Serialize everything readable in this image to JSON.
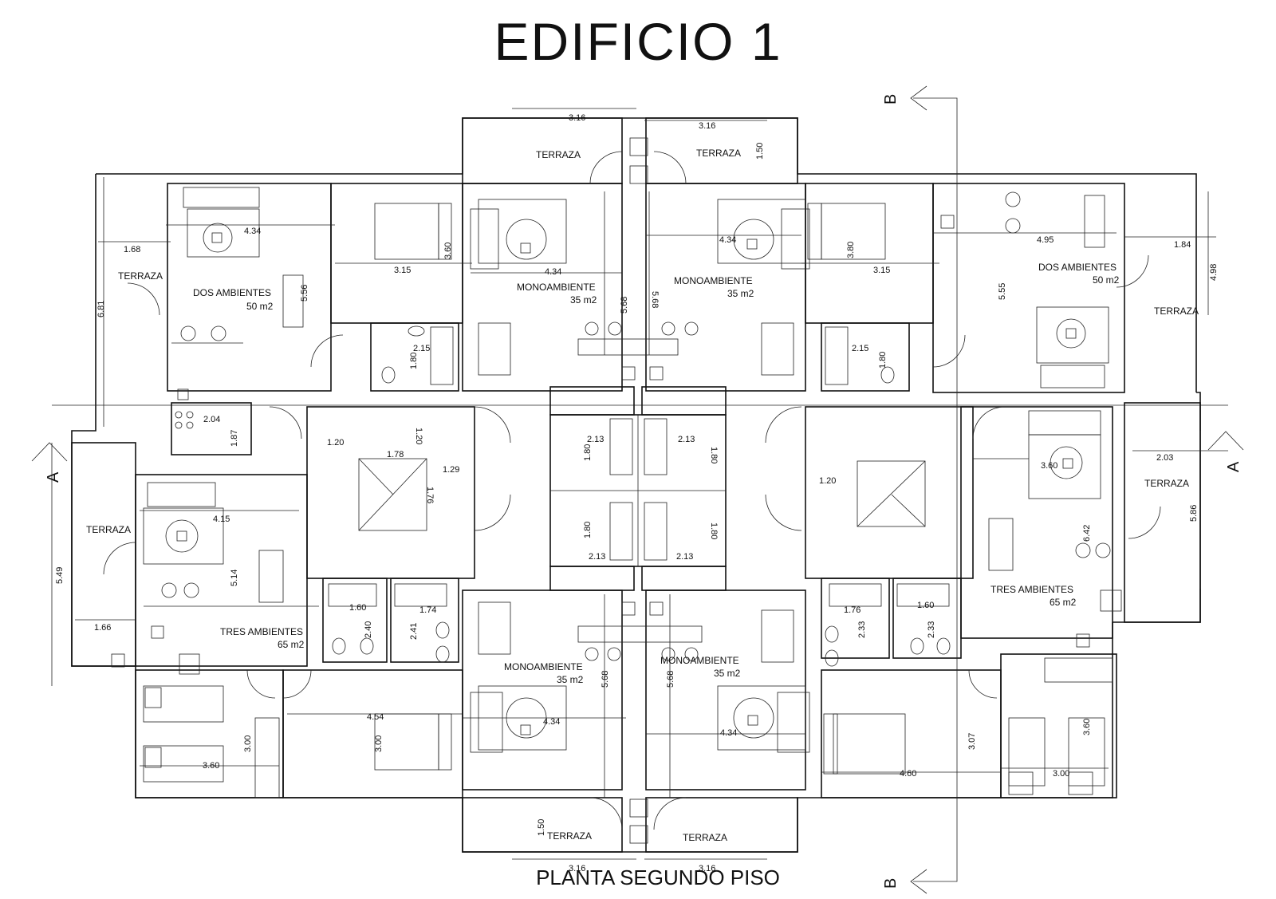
{
  "title": "EDIFICIO 1",
  "subtitle": "PLANTA SEGUNDO PISO",
  "section_marks": {
    "a": "A",
    "b": "B"
  },
  "rooms": {
    "dos_ambientes": "DOS AMBIENTES",
    "area_50": "50 m2",
    "monoambiente": "MONOAMBIENTE",
    "area_35": "35 m2",
    "tres_ambientes": "TRES AMBIENTES",
    "area_65": "65 m2",
    "terraza": "TERRAZA"
  },
  "dimensions": [
    "3.16",
    "3.16",
    "1.50",
    "1.68",
    "6.81",
    "4.34",
    "5.56",
    "3.15",
    "3.60",
    "4.34",
    "5.68",
    "5.68",
    "4.34",
    "3.80",
    "3.15",
    "5.55",
    "4.95",
    "1.84",
    "4.98",
    "2.15",
    "1.80",
    "2.15",
    "1.80",
    "2.04",
    "1.87",
    "1.20",
    "1.20",
    "1.78",
    "1.29",
    "1.76",
    "2.13",
    "1.80",
    "2.13",
    "1.80",
    "1.80",
    "2.13",
    "1.80",
    "2.13",
    "1.20",
    "2.03",
    "3.60",
    "5.86",
    "6.42",
    "4.15",
    "5.49",
    "5.14",
    "1.66",
    "1.60",
    "2.40",
    "1.74",
    "2.41",
    "1.76",
    "2.33",
    "1.60",
    "2.33",
    "4.54",
    "3.00",
    "3.00",
    "3.60",
    "4.34",
    "5.68",
    "5.68",
    "4.34",
    "4.60",
    "3.07",
    "3.00",
    "3.60",
    "1.50",
    "3.16",
    "3.16"
  ]
}
